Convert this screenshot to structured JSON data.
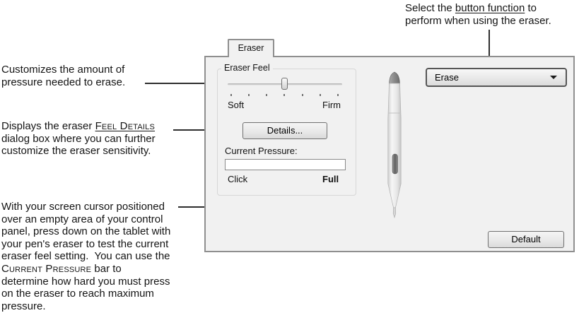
{
  "panel": {
    "tab": "Eraser",
    "eraser_feel_group": {
      "label": "Eraser Feel",
      "slider_left": "Soft",
      "slider_right": "Firm",
      "details_button": "Details...",
      "pressure_label": "Current Pressure:",
      "pressure_min": "Click",
      "pressure_max": "Full"
    },
    "function_dropdown": {
      "value": "Erase"
    },
    "default_button": "Default"
  },
  "callouts": {
    "button_function": {
      "line1_pre": "Select the ",
      "line1_link": "button function",
      "line1_post": " to",
      "line2": "perform when using the eraser."
    },
    "eraser_feel": {
      "line1": "Customizes the amount of",
      "line2": "pressure needed to erase."
    },
    "feel_details": {
      "line1_pre": "Displays the eraser ",
      "line1_link": "Feel Details",
      "line2": "dialog box where you can further",
      "line3": "customize the eraser sensitivity."
    },
    "current_pressure": {
      "line1": "With your screen cursor positioned",
      "line2": "over an empty area of your control",
      "line3": "panel, press down on the tablet with",
      "line4": "your pen's eraser to test the current",
      "line5": "eraser feel setting.  You can use the",
      "line6_sc": "Current Pressure",
      "line6_post": " bar to",
      "line7": "determine how hard you must press",
      "line8": "on the eraser to reach maximum",
      "line9": "pressure."
    }
  },
  "colors": {
    "panel_bg": "#f1f1f1",
    "panel_border": "#8f8f8f",
    "text": "#141414"
  }
}
